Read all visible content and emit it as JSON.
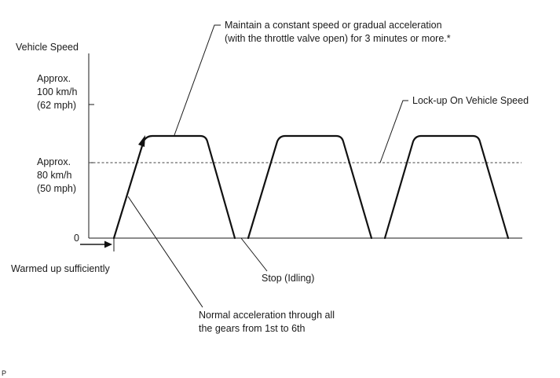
{
  "y_axis": {
    "title": "Vehicle Speed",
    "label_100": [
      "Approx.",
      "100 km/h",
      "(62 mph)"
    ],
    "label_80": [
      "Approx.",
      "80 km/h",
      "(50 mph)"
    ],
    "label_zero": "0"
  },
  "annotations": {
    "maintain_speed": [
      "Maintain a constant speed or gradual acceleration",
      "(with the throttle valve open) for 3 minutes or more.*"
    ],
    "lockup_speed": "Lock-up On Vehicle Speed",
    "warmed_up": "Warmed up sufficiently",
    "stop_idling": "Stop (Idling)",
    "normal_accel": [
      "Normal acceleration through all",
      "the gears from 1st to 6th"
    ]
  },
  "corner_mark": "P",
  "colors": {
    "line": "#111111",
    "text": "#1a1a1a",
    "dashed": "#444444"
  }
}
